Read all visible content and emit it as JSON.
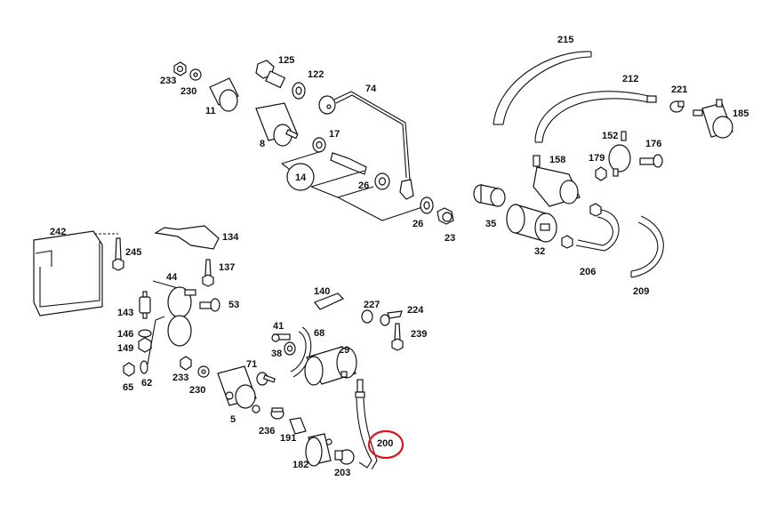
{
  "diagram": {
    "title": "Fuel pump / filter parts exploded diagram",
    "highlight": {
      "label": "200",
      "color": "#d9161c"
    },
    "labels": [
      {
        "id": "233a",
        "text": "233"
      },
      {
        "id": "230a",
        "text": "230"
      },
      {
        "id": "11",
        "text": "11"
      },
      {
        "id": "125",
        "text": "125"
      },
      {
        "id": "122",
        "text": "122"
      },
      {
        "id": "8",
        "text": "8"
      },
      {
        "id": "74",
        "text": "74"
      },
      {
        "id": "17",
        "text": "17"
      },
      {
        "id": "14",
        "text": "14"
      },
      {
        "id": "26a",
        "text": "26"
      },
      {
        "id": "26b",
        "text": "26"
      },
      {
        "id": "23",
        "text": "23"
      },
      {
        "id": "215",
        "text": "215"
      },
      {
        "id": "212",
        "text": "212"
      },
      {
        "id": "221",
        "text": "221"
      },
      {
        "id": "185",
        "text": "185"
      },
      {
        "id": "152",
        "text": "152"
      },
      {
        "id": "176",
        "text": "176"
      },
      {
        "id": "179",
        "text": "179"
      },
      {
        "id": "158",
        "text": "158"
      },
      {
        "id": "35",
        "text": "35"
      },
      {
        "id": "32",
        "text": "32"
      },
      {
        "id": "206",
        "text": "206"
      },
      {
        "id": "209",
        "text": "209"
      },
      {
        "id": "242",
        "text": "242"
      },
      {
        "id": "245",
        "text": "245"
      },
      {
        "id": "134",
        "text": "134"
      },
      {
        "id": "137",
        "text": "137"
      },
      {
        "id": "44",
        "text": "44"
      },
      {
        "id": "53",
        "text": "53"
      },
      {
        "id": "143",
        "text": "143"
      },
      {
        "id": "146",
        "text": "146"
      },
      {
        "id": "149",
        "text": "149"
      },
      {
        "id": "65",
        "text": "65"
      },
      {
        "id": "62",
        "text": "62"
      },
      {
        "id": "140",
        "text": "140"
      },
      {
        "id": "227",
        "text": "227"
      },
      {
        "id": "224",
        "text": "224"
      },
      {
        "id": "239",
        "text": "239"
      },
      {
        "id": "41",
        "text": "41"
      },
      {
        "id": "38",
        "text": "38"
      },
      {
        "id": "68",
        "text": "68"
      },
      {
        "id": "29",
        "text": "29"
      },
      {
        "id": "71",
        "text": "71"
      },
      {
        "id": "233b",
        "text": "233"
      },
      {
        "id": "230b",
        "text": "230"
      },
      {
        "id": "5",
        "text": "5"
      },
      {
        "id": "236",
        "text": "236"
      },
      {
        "id": "191",
        "text": "191"
      },
      {
        "id": "182",
        "text": "182"
      },
      {
        "id": "203",
        "text": "203"
      },
      {
        "id": "200",
        "text": "200"
      }
    ]
  }
}
